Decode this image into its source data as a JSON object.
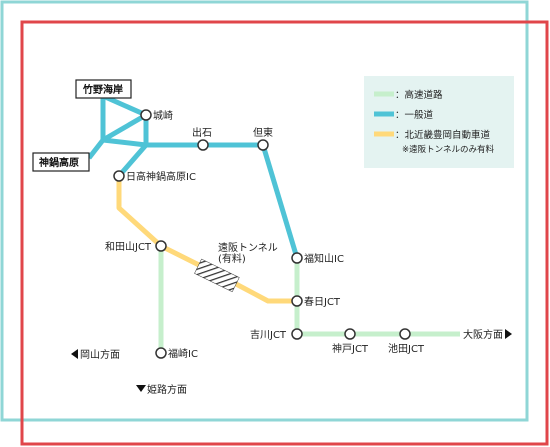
{
  "colors": {
    "expressway": "#c6efcc",
    "general_road": "#4fc3d6",
    "kitakinki": "#ffd97a",
    "frame_outer": "#8fd6d6",
    "frame_inner": "#e0464a",
    "legend_bg": "#e4f3f1",
    "node_stroke": "#333333"
  },
  "legend": {
    "expressway": "：高速道路",
    "general_road": "：一般道",
    "kitakinki": "：北近畿豊岡自動車道",
    "note": "※遠阪トンネルのみ有料"
  },
  "places": {
    "takenokaigan": "竹野海岸",
    "kannabekogen": "神鍋高原",
    "kinosaki": "城崎",
    "izushi": "出石",
    "tanto": "但東",
    "hidakakannabekogen_ic": "日高神鍋高原IC",
    "wadayama_jct": "和田山JCT",
    "toosaka_tunnel": "遠阪トンネル",
    "toosaka_tunnel_note": "(有料)",
    "fukuchiyama_ic": "福知山IC",
    "kasuga_jct": "春日JCT",
    "yoshikawa_jct": "吉川JCT",
    "kobe_jct": "神戸JCT",
    "ikeda_jct": "池田JCT",
    "osaka": "大阪方面",
    "okayama": "岡山方面",
    "fukusaki_ic": "福崎IC",
    "himeji": "姫路方面"
  }
}
